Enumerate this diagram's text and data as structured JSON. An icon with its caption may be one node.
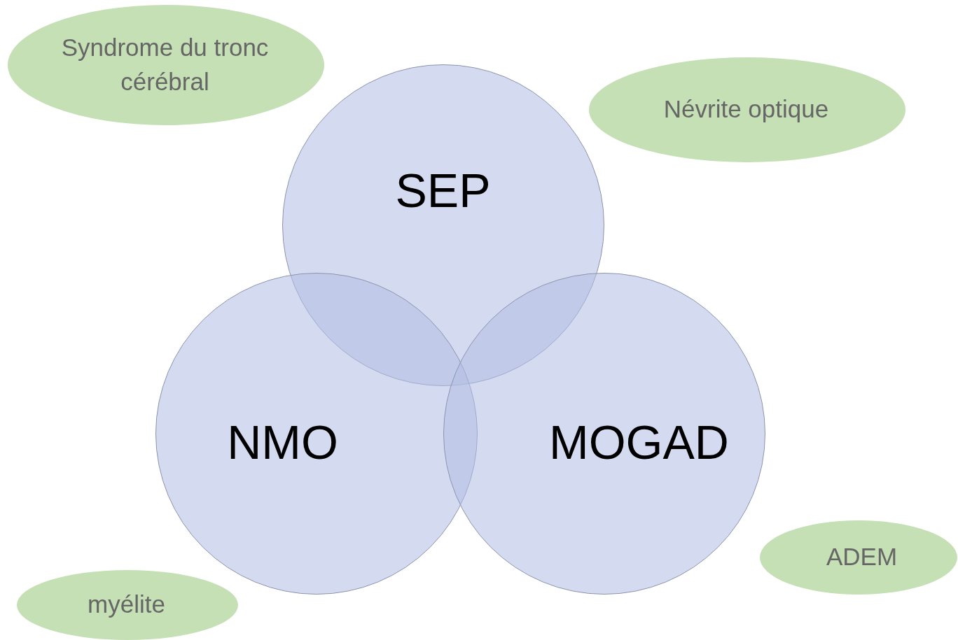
{
  "diagram": {
    "nodes": [
      {
        "text": [
          "Syndrome du tronc cérébral"
        ]
      },
      {
        "text": [
          "Névrite optique"
        ]
      },
      {
        "text": [
          "SEP"
        ]
      },
      {
        "text": [
          "NMO"
        ]
      },
      {
        "text": [
          "MOGAD"
        ]
      },
      {
        "text": [
          "ADEM"
        ]
      },
      {
        "text": [
          "myélite"
        ]
      }
    ]
  }
}
